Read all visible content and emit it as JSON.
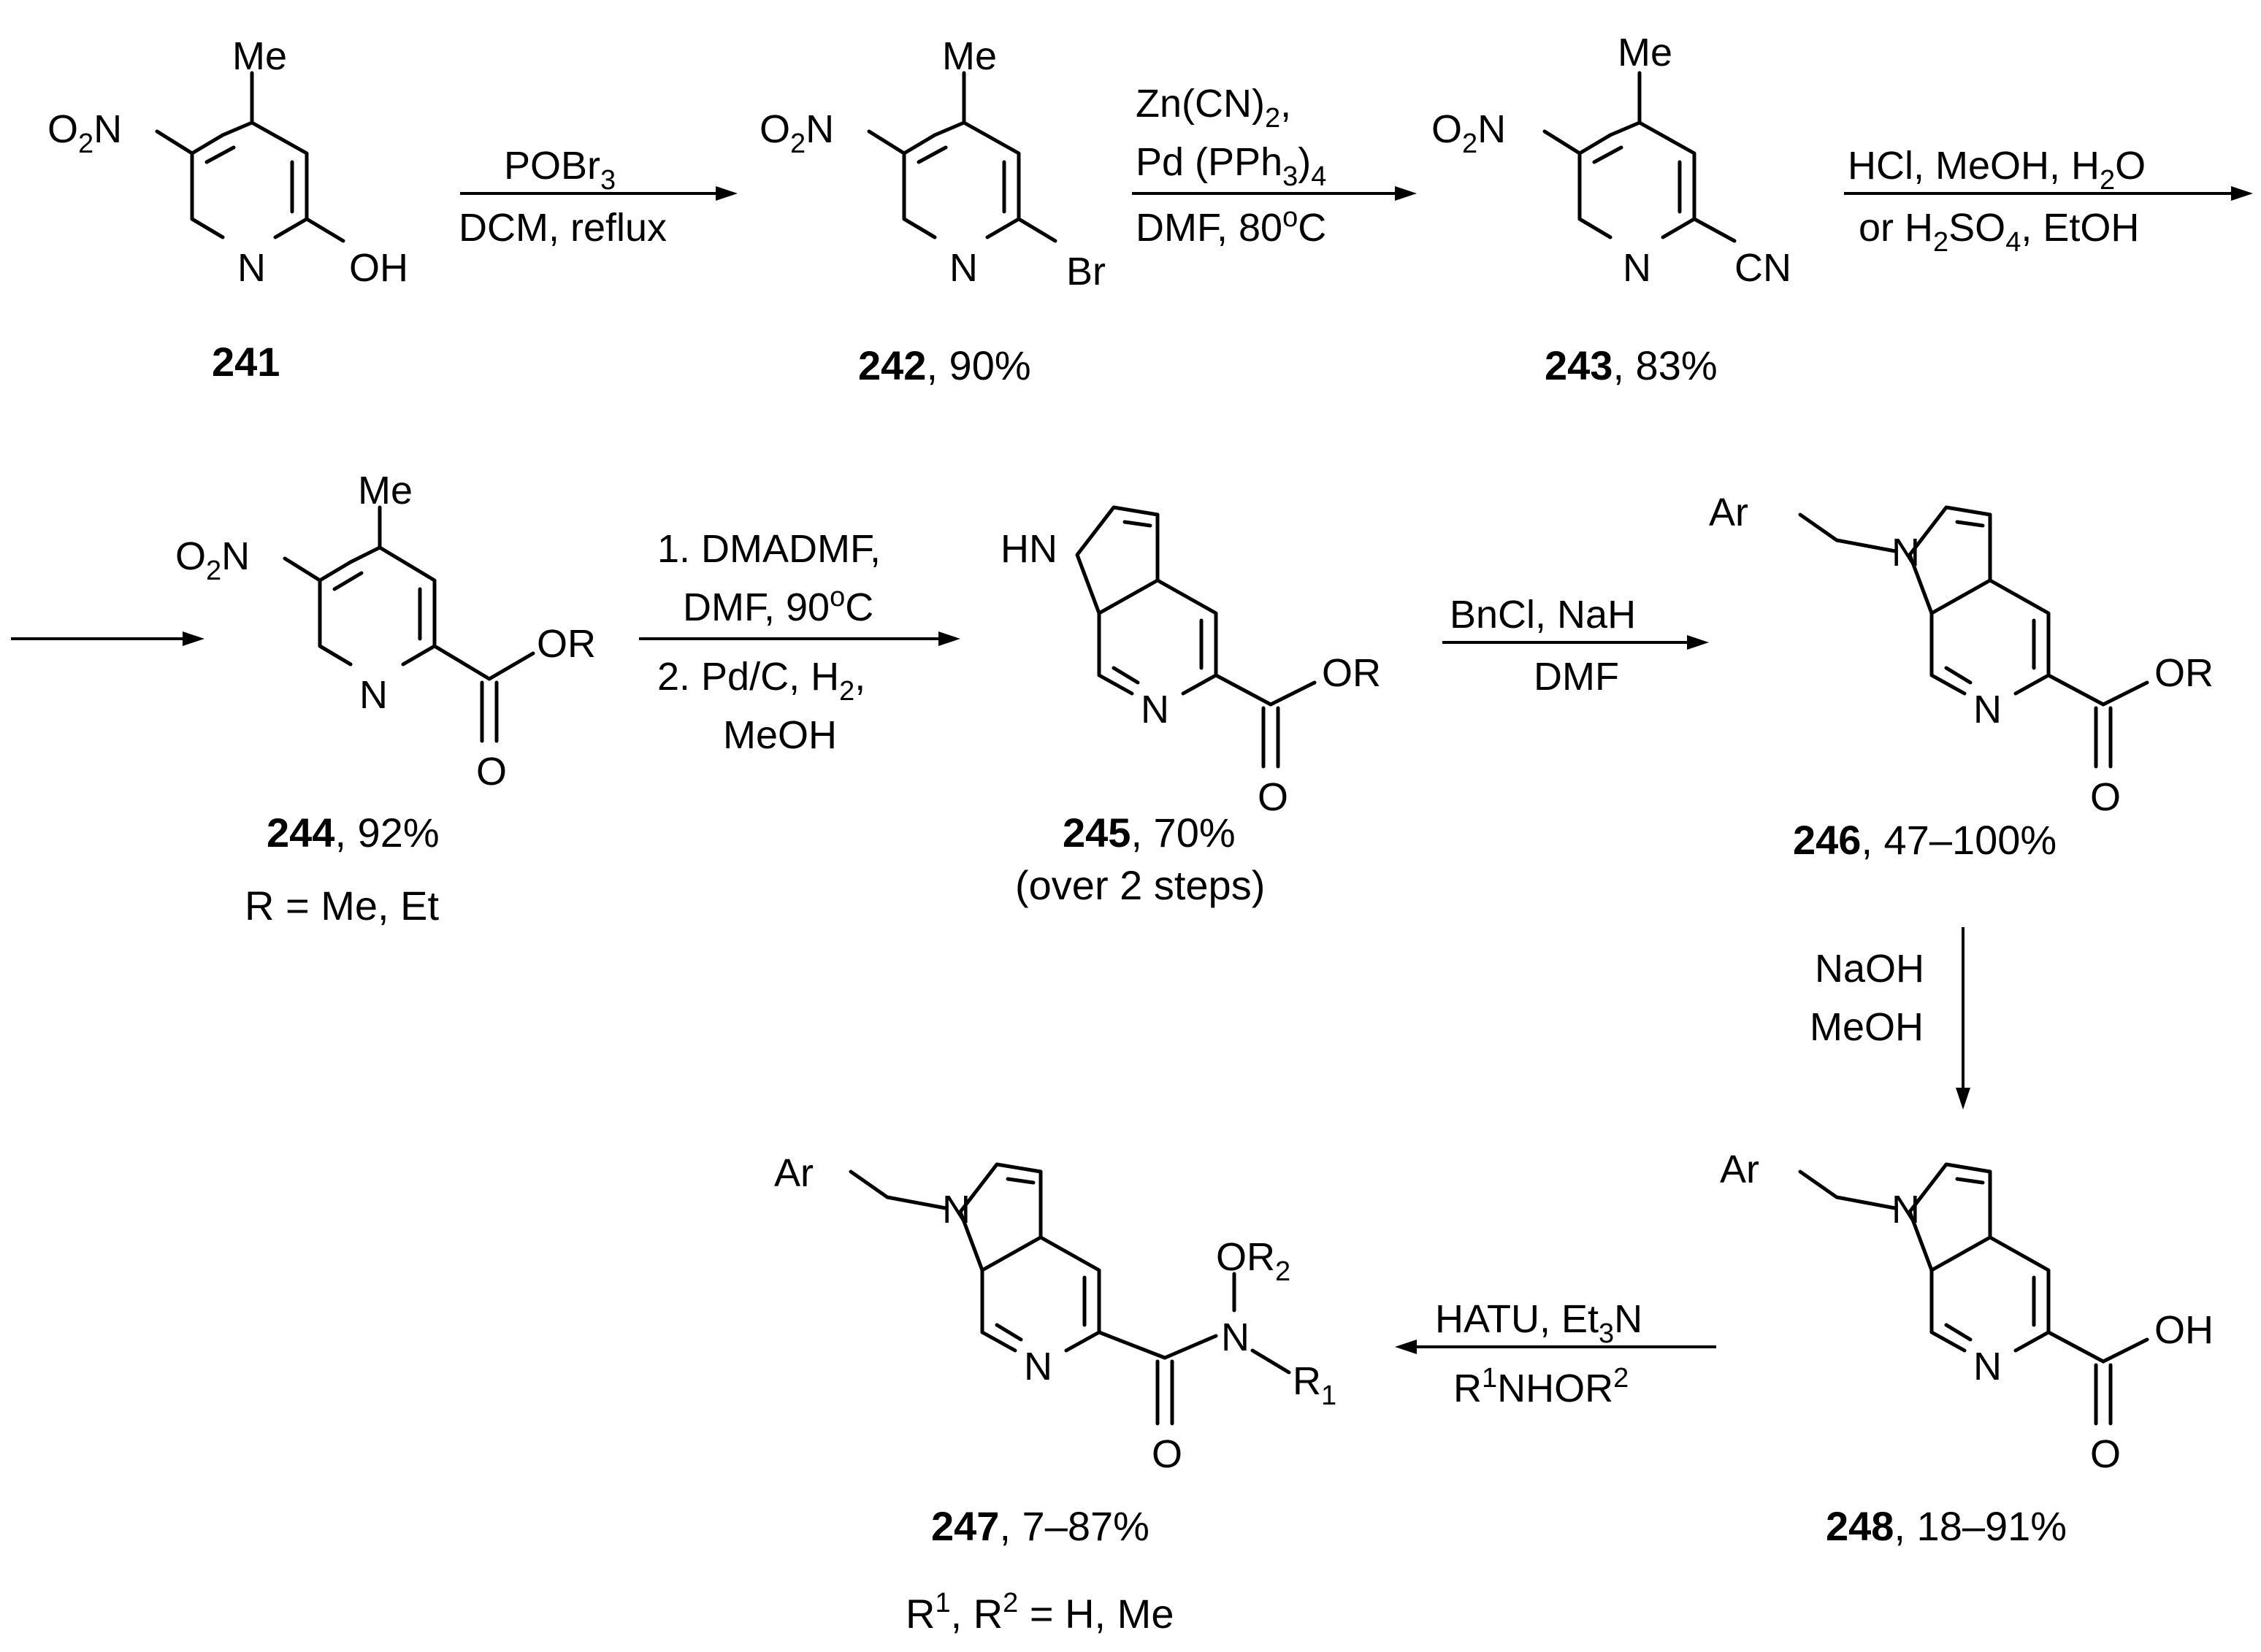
{
  "atoms": {
    "me": "Me",
    "o2n": "O2N",
    "o2n_main": "O",
    "o2n_sub": "2",
    "o2n_tail": "N",
    "n": "N",
    "oh": "OH",
    "br": "Br",
    "cn": "CN",
    "or": "OR",
    "o": "O",
    "hn": "HN",
    "ar": "Ar",
    "or2_main": "OR",
    "or2_sub": "2",
    "r1_main": "R",
    "r1_sub": "1"
  },
  "compounds": {
    "c241": {
      "number": "241",
      "yield": ""
    },
    "c242": {
      "number": "242",
      "yield": ", 90%"
    },
    "c243": {
      "number": "243",
      "yield": ", 83%"
    },
    "c244": {
      "number": "244",
      "yield": ", 92%",
      "note": "R = Me, Et"
    },
    "c245": {
      "number": "245",
      "yield": ", 70%",
      "note": "(over 2 steps)"
    },
    "c246": {
      "number": "246",
      "yield": ", 47–100%"
    },
    "c248": {
      "number": "248",
      "yield": ", 18–91%"
    },
    "c247": {
      "number": "247",
      "yield": ", 7–87%",
      "note_r1": "R",
      "note_sup1": "1",
      "note_mid": ", R",
      "note_sup2": "2",
      "note_tail": " = H, Me"
    }
  },
  "steps": {
    "s1": {
      "above": [
        "POBr",
        "3"
      ],
      "below": "DCM, reflux"
    },
    "s2": {
      "above1": [
        "Zn(CN)",
        "2",
        ","
      ],
      "above2": [
        "Pd (PPh",
        "3",
        ")",
        "4"
      ],
      "below": [
        "DMF, 80",
        "o",
        "C"
      ]
    },
    "s3": {
      "above": [
        "HCl, MeOH, H",
        "2",
        "O"
      ],
      "below": [
        "or H",
        "2",
        "SO",
        "4",
        ", EtOH"
      ]
    },
    "s4": {
      "above1": "1. DMADMF,",
      "above2": [
        "DMF, 90",
        "o",
        "C"
      ],
      "below1": [
        "2. Pd/C, H",
        "2",
        ","
      ],
      "below2": "MeOH"
    },
    "s5": {
      "above": "BnCl, NaH",
      "below": "DMF"
    },
    "s6": {
      "line1": "NaOH",
      "line2": "MeOH"
    },
    "s7": {
      "above": [
        "HATU, Et",
        "3",
        "N"
      ],
      "below": [
        "R",
        "1",
        "NHOR",
        "2"
      ]
    }
  }
}
